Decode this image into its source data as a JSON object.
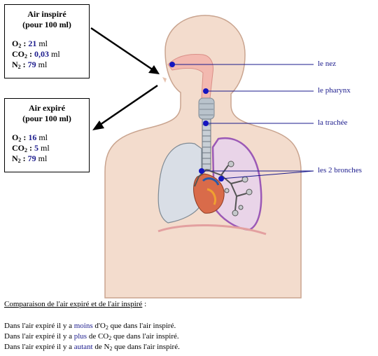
{
  "inspired_box": {
    "title": "Air inspiré",
    "subtitle": "(pour 100 ml)",
    "o2_label": "O",
    "o2_sub": "2",
    "o2_sep": " : ",
    "o2_value": "21",
    "o2_unit": " ml",
    "co2_label": "CO",
    "co2_sub": "2",
    "co2_sep": " : ",
    "co2_value": "0,03",
    "co2_unit": " ml",
    "n2_label": "N",
    "n2_sub": "2",
    "n2_sep": " : ",
    "n2_value": "79",
    "n2_unit": " ml"
  },
  "expired_box": {
    "title": "Air expiré",
    "subtitle": "(pour 100 ml)",
    "o2_label": "O",
    "o2_sub": "2",
    "o2_sep": " : ",
    "o2_value": "16",
    "o2_unit": " ml",
    "co2_label": "CO",
    "co2_sub": "2",
    "co2_sep": " : ",
    "co2_value": "5",
    "co2_unit": " ml",
    "n2_label": "N",
    "n2_sub": "2",
    "n2_sep": " : ",
    "n2_value": "79",
    "n2_unit": " ml"
  },
  "labels": {
    "nose": "le nez",
    "pharynx": "le pharynx",
    "trachea": "la trachée",
    "bronchi": "les 2 bronches"
  },
  "comparison": {
    "heading": "Comparaison de l'air expiré et de l'air inspiré",
    "heading_suffix": " :",
    "line1_a": "Dans l'air expiré il y a ",
    "line1_word": "moins",
    "line1_b": " d'O",
    "line1_sub": "2",
    "line1_c": " que dans l'air inspiré.",
    "line2_a": "Dans l'air expiré il y a ",
    "line2_word": "plus",
    "line2_b": " de CO",
    "line2_sub": "2",
    "line2_c": " que dans l'air inspiré.",
    "line3_a": "Dans l'air expiré il y a ",
    "line3_word": "autant",
    "line3_b": " de N",
    "line3_sub": "2",
    "line3_c": " que dans l'air inspiré."
  },
  "colors": {
    "skin": "#f3dccd",
    "skin_outline": "#c9a48f",
    "airway": "#f3b9b0",
    "lung_left": "#d9dee6",
    "lung_right": "#e9d4e8",
    "lung_right_outline": "#9b59b6",
    "pointer_line": "#1a1a8c",
    "pointer_dot": "#1515c0"
  }
}
